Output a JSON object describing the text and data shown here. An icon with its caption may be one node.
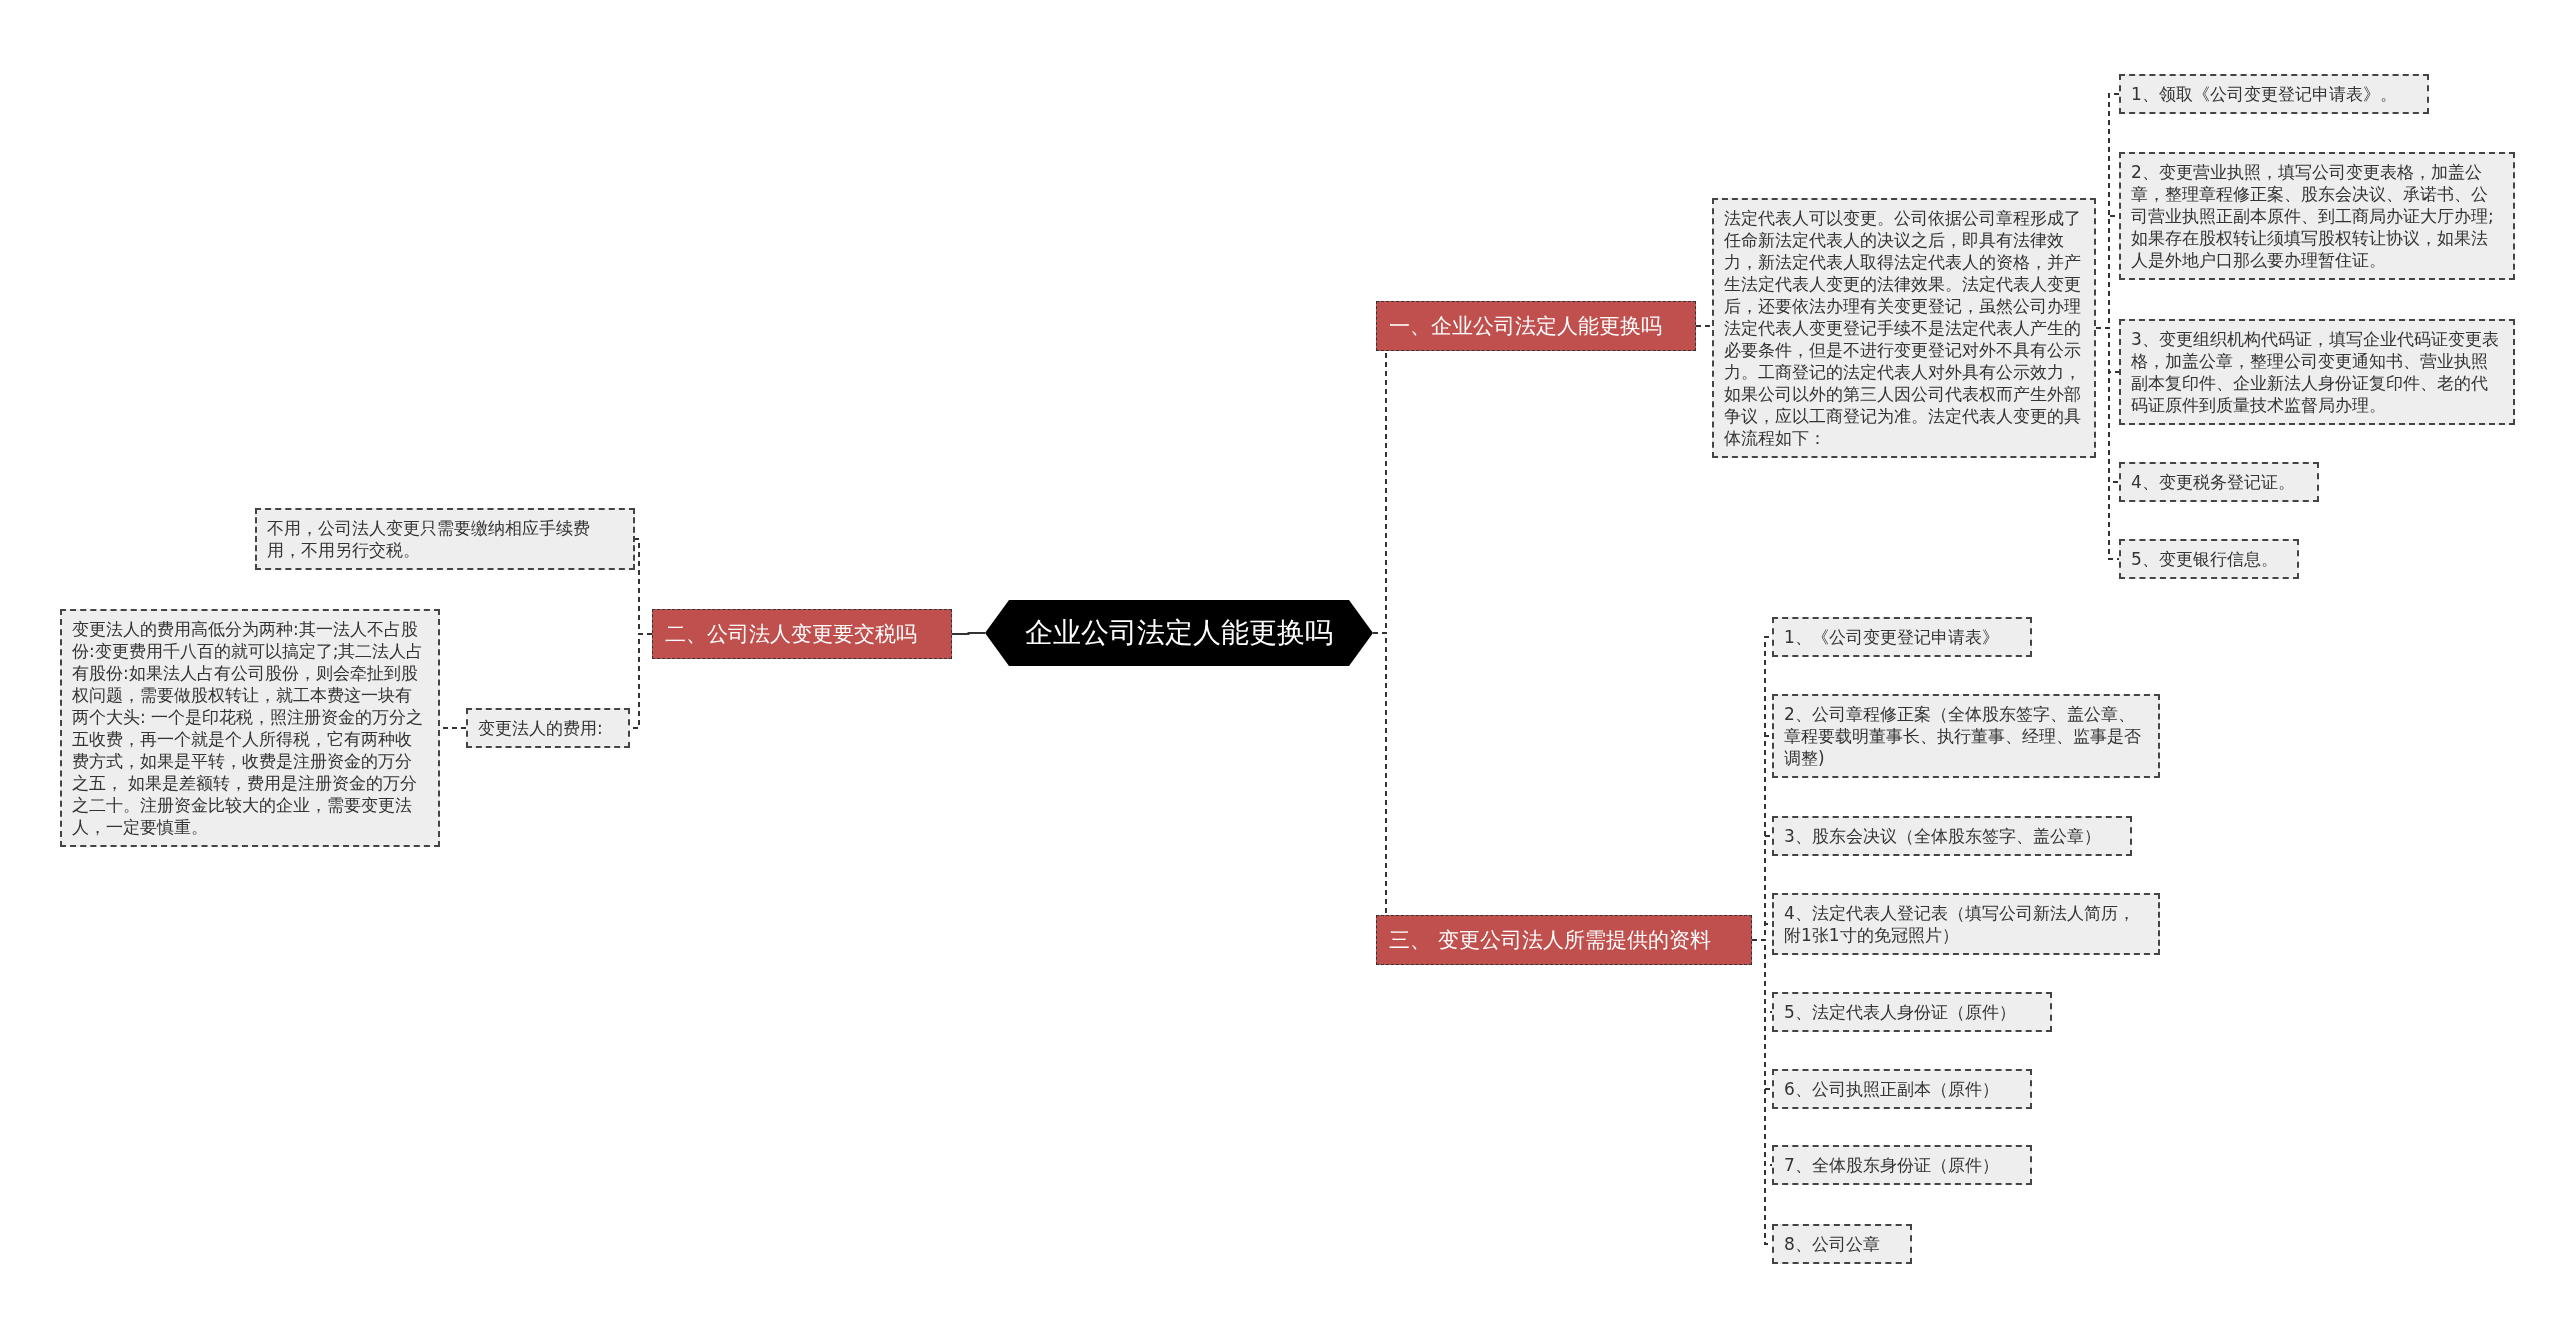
{
  "diagram": {
    "nodes": [
      {
        "text": [
          "企业公司法定人能更换吗"
        ]
      },
      {
        "text": [
          "一、企业公司法定人能更换吗"
        ]
      },
      {
        "text": [
          "法定代表人可以变更。公司依据公司章程形成了任命新法定代表人的决议之后，即具有法律效力，新法定代表人取得法定代表人的资格，并产生法定代表人变更的法律效果。法定代表人变更后，还要依法办理有关变更登记，虽然公司办理法定代表人变更登记手续不是法定代表人产生的必要条件，但是不进行变更登记对外不具有公示力。工商登记的法定代表人对外具有公示效力，如果公司以外的第三人因公司代表权而产生外部争议，应以工商登记为准。法定代表人变更的具体流程如下："
        ]
      },
      {
        "text": [
          "1、领取《公司变更登记申请表》。"
        ]
      },
      {
        "text": [
          "2、变更营业执照，填写公司变更表格，加盖公章，整理章程修正案、股东会决议、承诺书、公司营业执照正副本原件、到工商局办证大厅办理;如果存在股权转让须填写股权转让协议，如果法人是外地户口那么要办理暂住证。"
        ]
      },
      {
        "text": [
          "3、变更组织机构代码证，填写企业代码证变更表格，加盖公章，整理公司变更通知书、营业执照副本复印件、企业新法人身份证复印件、老的代码证原件到质量技术监督局办理。"
        ]
      },
      {
        "text": [
          "4、变更税务登记证。"
        ]
      },
      {
        "text": [
          "5、变更银行信息。"
        ]
      },
      {
        "text": [
          "二、公司法人变更要交税吗"
        ]
      },
      {
        "text": [
          "不用，公司法人变更只需要缴纳相应手续费用，不用另行交税。"
        ]
      },
      {
        "text": [
          "变更法人的费用:"
        ]
      },
      {
        "text": [
          "变更法人的费用高低分为两种:其一法人不占股份:变更费用千八百的就可以搞定了;其二法人占有股份:如果法人占有公司股份，则会牵扯到股权问题，需要做股权转让，就工本费这一块有两个大头: 一个是印花税，照注册资金的万分之五收费，再一个就是个人所得税，它有两种收费方式，如果是平转，收费是注册资金的万分之五， 如果是差额转，费用是注册资金的万分之二十。注册资金比较大的企业，需要变更法人，一定要慎重。"
        ]
      },
      {
        "text": [
          "三、 变更公司法人所需提供的资料"
        ]
      },
      {
        "text": [
          "1、《公司变更登记申请表》"
        ]
      },
      {
        "text": [
          "2、公司章程修正案（全体股东签字、盖公章、章程要载明董事长、执行董事、经理、监事是否调整)"
        ]
      },
      {
        "text": [
          "3、股东会决议（全体股东签字、盖公章）"
        ]
      },
      {
        "text": [
          "4、法定代表人登记表（填写公司新法人简历，附1张1寸的免冠照片）"
        ]
      },
      {
        "text": [
          "5、法定代表人身份证（原件）"
        ]
      },
      {
        "text": [
          "6、公司执照正副本（原件）"
        ]
      },
      {
        "text": [
          "7、全体股东身份证（原件）"
        ]
      },
      {
        "text": [
          "8、公司公章"
        ]
      }
    ],
    "edges": [
      {
        "from": 0,
        "to": 1,
        "arrow": "none",
        "style": "dashed"
      },
      {
        "from": 1,
        "to": 2,
        "arrow": "none",
        "style": "dashed"
      },
      {
        "from": 2,
        "to": 3,
        "arrow": "none",
        "style": "dashed"
      },
      {
        "from": 2,
        "to": 4,
        "arrow": "none",
        "style": "dashed"
      },
      {
        "from": 2,
        "to": 5,
        "arrow": "none",
        "style": "dashed"
      },
      {
        "from": 2,
        "to": 6,
        "arrow": "none",
        "style": "dashed"
      },
      {
        "from": 2,
        "to": 7,
        "arrow": "none",
        "style": "dashed"
      },
      {
        "from": 0,
        "to": 8,
        "arrow": "none"
      },
      {
        "from": 8,
        "to": 9,
        "arrow": "none",
        "style": "dashed"
      },
      {
        "from": 8,
        "to": 10,
        "arrow": "none",
        "style": "dashed"
      },
      {
        "from": 10,
        "to": 11,
        "arrow": "none",
        "style": "dashed"
      },
      {
        "from": 0,
        "to": 12,
        "arrow": "none",
        "style": "dashed"
      },
      {
        "from": 12,
        "to": 13,
        "arrow": "none",
        "style": "dashed"
      },
      {
        "from": 12,
        "to": 14,
        "arrow": "none",
        "style": "dashed"
      },
      {
        "from": 12,
        "to": 15,
        "arrow": "none",
        "style": "dashed"
      },
      {
        "from": 12,
        "to": 16,
        "arrow": "none",
        "style": "dashed"
      },
      {
        "from": 12,
        "to": 17,
        "arrow": "none",
        "style": "dashed"
      },
      {
        "from": 12,
        "to": 18,
        "arrow": "none",
        "style": "dashed"
      },
      {
        "from": 12,
        "to": 19,
        "arrow": "none",
        "style": "dashed"
      },
      {
        "from": 12,
        "to": 20,
        "arrow": "none",
        "style": "dashed"
      }
    ]
  }
}
